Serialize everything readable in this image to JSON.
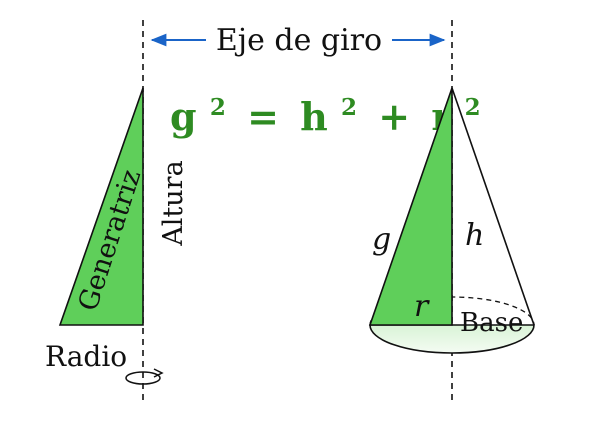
{
  "axis_label": "Eje de giro",
  "formula": {
    "g": "g",
    "h": "h",
    "r": "r",
    "exp": "2",
    "eq": "=",
    "plus": "+"
  },
  "triangle": {
    "hypotenuse": "Generatriz",
    "height": "Altura",
    "base": "Radio"
  },
  "cone": {
    "slant": "g",
    "height": "h",
    "radius": "r",
    "base": "Base"
  },
  "colors": {
    "green_fill": "#5fcf5a",
    "formula_green": "#2e8b22",
    "axis_blue": "#1a64c8",
    "stroke": "#111111"
  }
}
